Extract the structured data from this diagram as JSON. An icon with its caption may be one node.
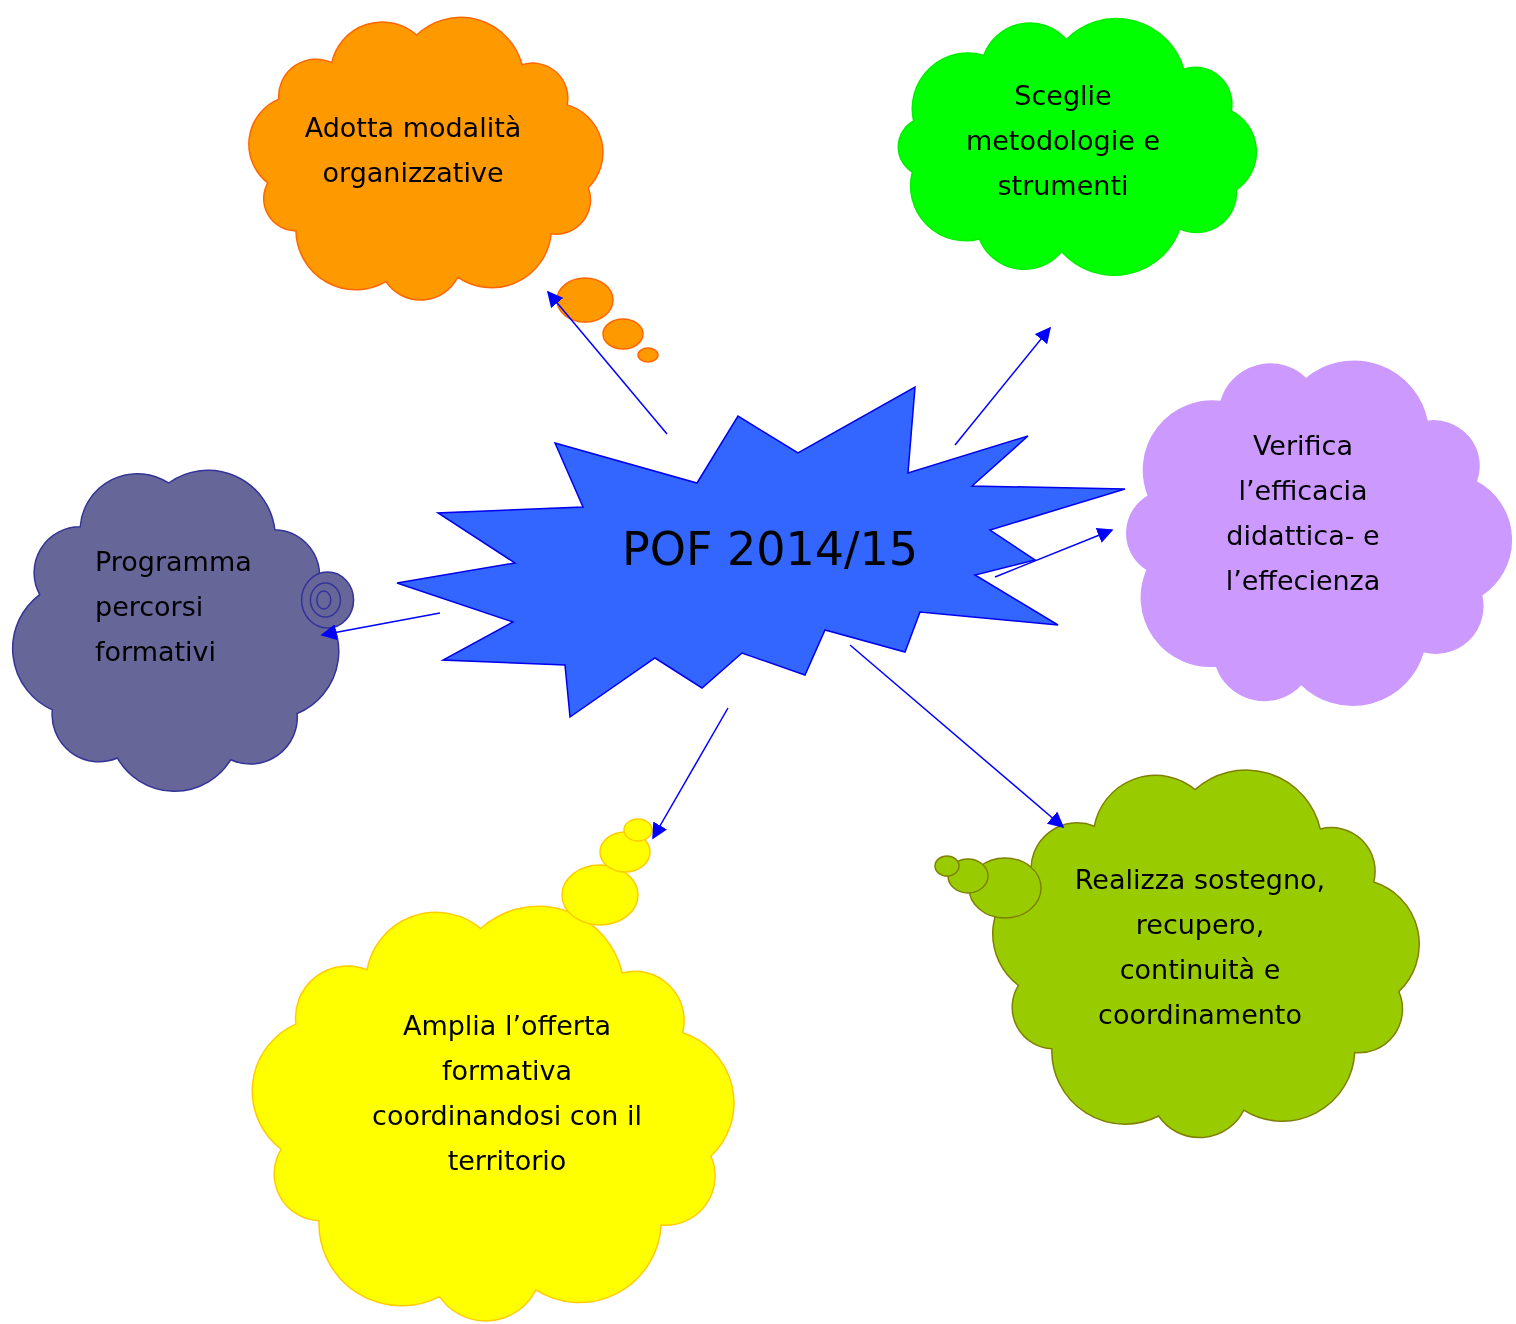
{
  "diagram": {
    "nodes": [
      {
        "text": [
          "Adotta modalità organizzative"
        ]
      },
      {
        "text": [
          "Sceglie metodologie e strumenti"
        ]
      },
      {
        "text": [
          "Programma percorsi formativi"
        ]
      },
      {
        "text": [
          "POF 2014/15"
        ]
      },
      {
        "text": [
          "Verifica l’efficacia didattica- e l’effecienza"
        ]
      },
      {
        "text": [
          "Realizza sostegno, recupero, continuità e coordinamento"
        ]
      },
      {
        "text": [
          "Amplia l’offerta formativa coordinandosi con il territorio"
        ]
      }
    ],
    "edges": [
      {
        "from": 3,
        "to": 0,
        "arrow": "to"
      },
      {
        "from": 3,
        "to": 1,
        "arrow": "to"
      },
      {
        "from": 3,
        "to": 4,
        "arrow": "to"
      },
      {
        "from": 3,
        "to": 2,
        "arrow": "to"
      },
      {
        "from": 3,
        "to": 5,
        "arrow": "to"
      },
      {
        "from": 3,
        "to": 6,
        "arrow": "to"
      }
    ]
  }
}
